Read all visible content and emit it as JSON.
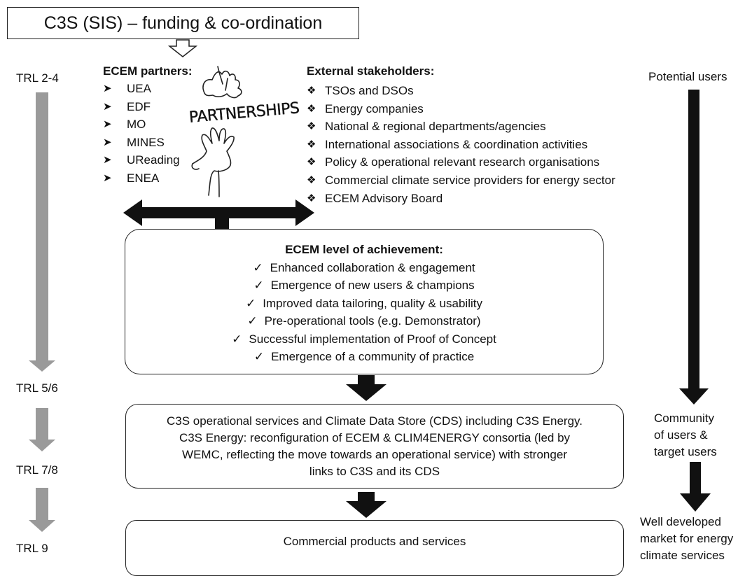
{
  "top_box": {
    "text": "C3S (SIS) – funding & co-ordination"
  },
  "trl": {
    "t1": "TRL 2-4",
    "t2": "TRL 5/6",
    "t3": "TRL 7/8",
    "t4": "TRL 9"
  },
  "partners": {
    "heading": "ECEM partners:",
    "items": [
      "UEA",
      "EDF",
      "MO",
      "MINES",
      "UReading",
      "ENEA"
    ]
  },
  "partnerships_word": "PARTNERSHIPS",
  "stakeholders": {
    "heading": "External stakeholders:",
    "items": [
      "TSOs and DSOs",
      "Energy companies",
      "National & regional departments/agencies",
      "International associations & coordination activities",
      "Policy & operational relevant research organisations",
      "Commercial climate service providers for energy sector",
      "ECEM Advisory Board"
    ]
  },
  "potential_users": "Potential users",
  "achievement": {
    "heading": "ECEM level of achievement:",
    "items": [
      "Enhanced collaboration & engagement",
      "Emergence of new users & champions",
      "Improved data tailoring, quality & usability",
      "Pre-operational tools (e.g. Demonstrator)",
      "Successful implementation of Proof of Concept",
      "Emergence of a community of practice"
    ]
  },
  "services": {
    "lines": [
      "C3S operational services and Climate Data Store (CDS) including C3S Energy.",
      "C3S Energy:  reconfiguration of ECEM & CLIM4ENERGY consortia (led by",
      "WEMC, reflecting the move towards an operational service) with stronger",
      "links to C3S and its CDS"
    ]
  },
  "community": {
    "lines": [
      "Community",
      "of users &",
      "target users"
    ]
  },
  "commercial": "Commercial products and services",
  "market": {
    "lines": [
      "Well developed",
      "market for energy",
      "climate services"
    ]
  },
  "colors": {
    "grey_arrow": "#9a9a9a",
    "black_arrow": "#111111"
  },
  "icons": [
    "hand-up-icon",
    "hand-down-icon",
    "arrowhead-bullet",
    "diamond-bullet",
    "checkmark"
  ]
}
